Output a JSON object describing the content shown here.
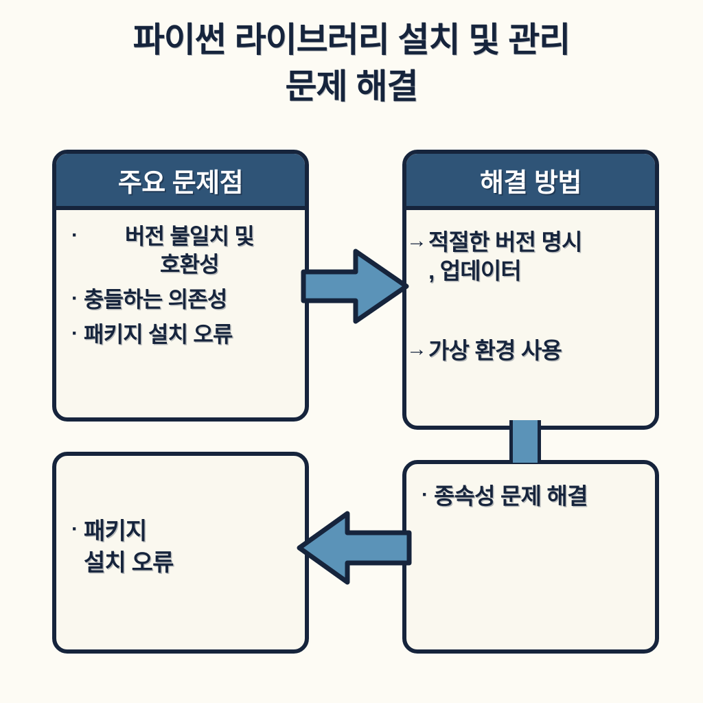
{
  "title": "파이썬 라이브러리 설치 및 관리\n문제 해결",
  "theme": {
    "background": "#fdfbf4",
    "box_fill": "#faf8ef",
    "border": "#16243c",
    "header_fill": "#2f5477",
    "header_text": "#ffffff",
    "accent_arrow": "#5b93b8",
    "body_text": "#16243c"
  },
  "boxes": {
    "problems": {
      "header": "주요 문제점",
      "bullets": [
        {
          "marker": "·",
          "text": "버전 불일치 및\n호환성"
        },
        {
          "marker": "·",
          "text": "충들하는 의존성"
        },
        {
          "marker": "·",
          "text": "패키지 설치 오류"
        }
      ]
    },
    "solutions": {
      "header": "해결 방법",
      "bullets": [
        {
          "marker": "→",
          "text": "적절한 버전 명시\n, 업데이터"
        },
        {
          "marker": "→",
          "text": "가상 환경 사용"
        }
      ]
    },
    "result": {
      "bullets": [
        {
          "marker": "·",
          "text": "패키지\n설치 오류"
        }
      ]
    },
    "dependency": {
      "bullets": [
        {
          "marker": "·",
          "text": "종속성 문제 해결"
        }
      ]
    }
  },
  "connectors": {
    "problems_to_solutions": "arrow-right",
    "solutions_to_dependency": "connector-vertical",
    "dependency_to_result": "arrow-left"
  }
}
